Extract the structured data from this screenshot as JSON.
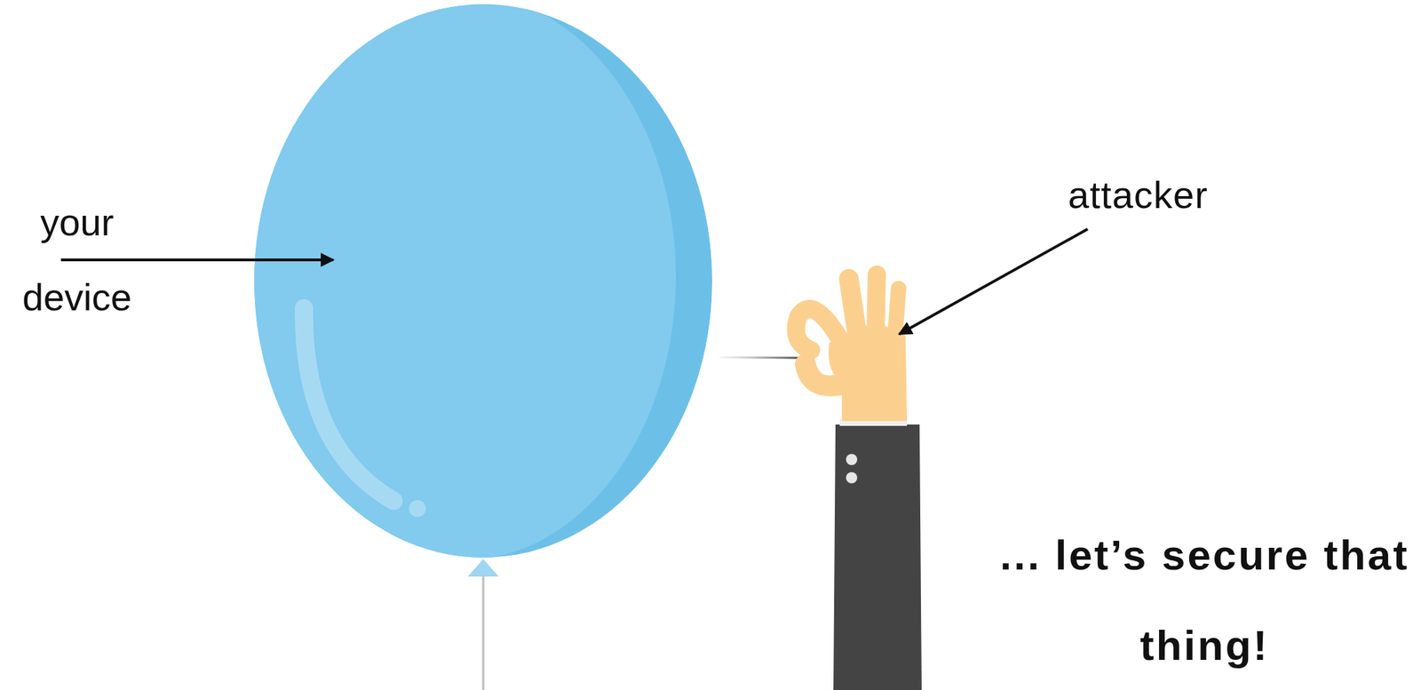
{
  "diagram": {
    "labels": [
      "your device",
      "attacker",
      "... let’s secure that thing!"
    ]
  }
}
